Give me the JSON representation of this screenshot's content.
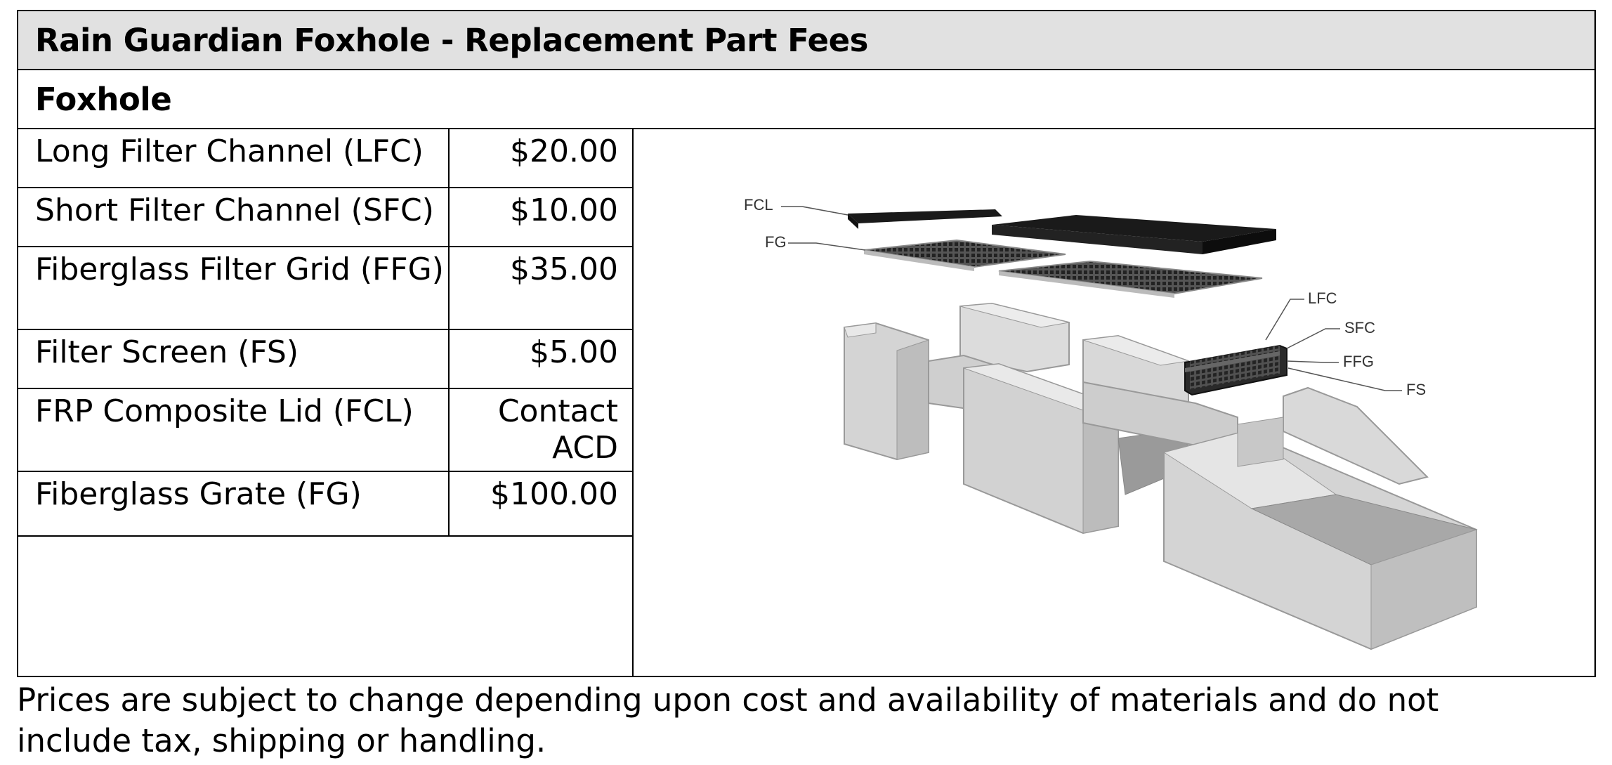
{
  "header": {
    "title": "Rain Guardian Foxhole - Replacement Part Fees"
  },
  "section": {
    "title": "Foxhole"
  },
  "parts": [
    {
      "name": "Long Filter Channel (LFC)",
      "price": "$20.00"
    },
    {
      "name": "Short Filter Channel (SFC)",
      "price": "$10.00"
    },
    {
      "name": "Fiberglass Filter Grid (FFG)",
      "price": "$35.00"
    },
    {
      "name": "Filter Screen (FS)",
      "price": "$5.00"
    },
    {
      "name": "FRP Composite Lid (FCL)",
      "price": "Contact ACD"
    },
    {
      "name": "Fiberglass Grate (FG)",
      "price": "$100.00"
    }
  ],
  "diagram": {
    "callouts": {
      "fcl": "FCL",
      "fg": "FG",
      "lfc": "LFC",
      "sfc": "SFC",
      "ffg": "FFG",
      "fs": "FS"
    }
  },
  "footnote": {
    "text": "Prices are subject to change depending upon cost and availability of materials and do not include tax, shipping or handling."
  }
}
